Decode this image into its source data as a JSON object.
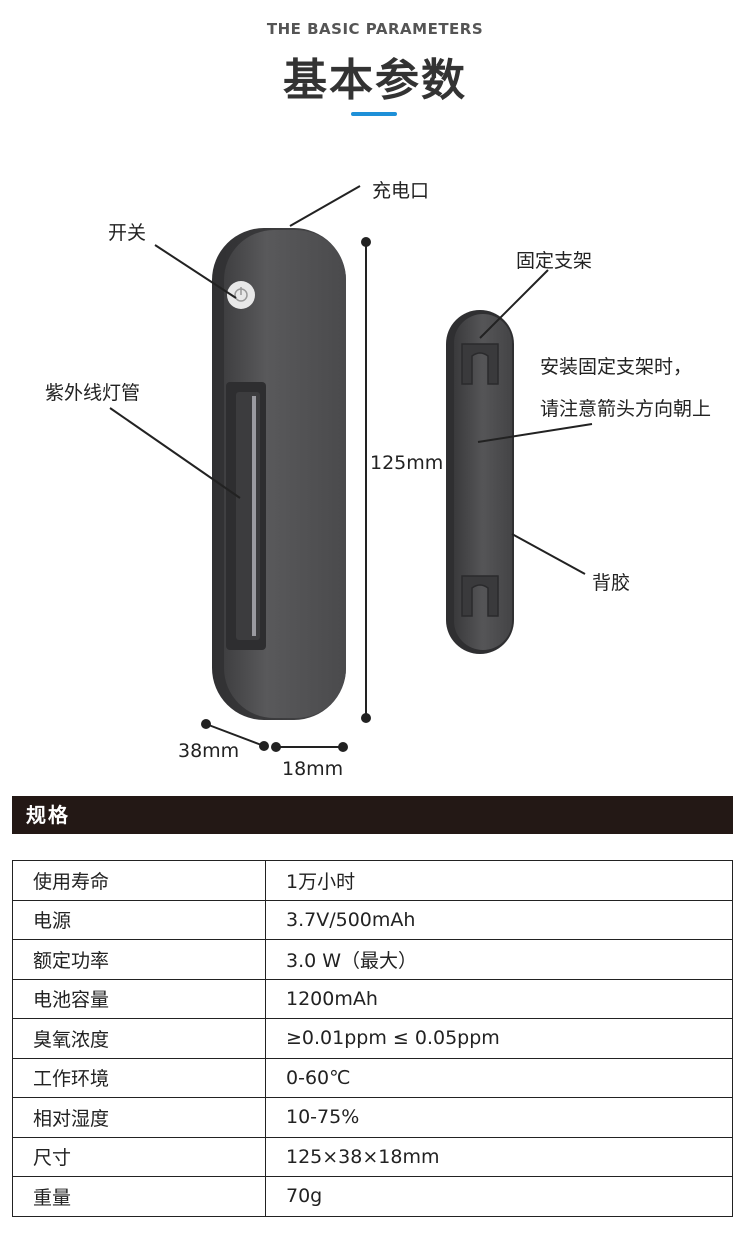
{
  "header": {
    "subtitle": "THE BASIC PARAMETERS",
    "title": "基本参数"
  },
  "diagram": {
    "labels": {
      "charge_port": "充电口",
      "switch": "开关",
      "uv_tube": "紫外线灯管",
      "height": "125mm",
      "width": "38mm",
      "depth": "18mm",
      "bracket": "固定支架",
      "note_line1": "安装固定支架时，",
      "note_line2": "请注意箭头方向朝上",
      "adhesive": "背胶"
    }
  },
  "specs": {
    "section_title": "规格",
    "rows": [
      {
        "key": "使用寿命",
        "value": "1万小时"
      },
      {
        "key": "电源",
        "value": "3.7V/500mAh"
      },
      {
        "key": "额定功率",
        "value": "3.0 W（最大）"
      },
      {
        "key": "电池容量",
        "value": "1200mAh"
      },
      {
        "key": "臭氧浓度",
        "value": "≥0.01ppm ≤ 0.05ppm"
      },
      {
        "key": "工作环境",
        "value": "0-60℃"
      },
      {
        "key": "相对湿度",
        "value": "10-75%"
      },
      {
        "key": "尺寸",
        "value": "125×38×18mm"
      },
      {
        "key": "重量",
        "value": "70g"
      }
    ]
  }
}
